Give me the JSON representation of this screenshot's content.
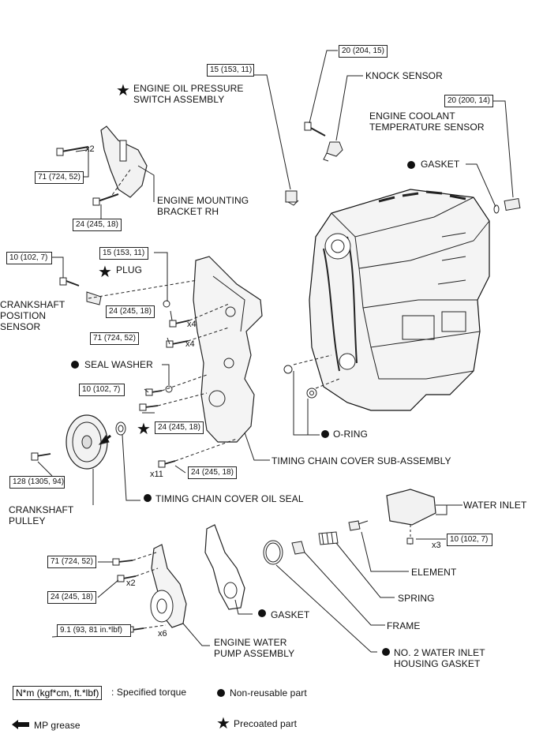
{
  "torque": {
    "t_oil_switch": "15 (153, 11)",
    "t_knock": "20 (204, 15)",
    "t_coolant": "20 (200, 14)",
    "t_mount_bolt": "71 (724, 52)",
    "t_mount_stud": "24 (245, 18)",
    "t_crank_sensor": "10 (102, 7)",
    "t_plug": "15 (153, 11)",
    "t_cover_24a": "24 (245, 18)",
    "t_cover_71": "71 (724, 52)",
    "t_cover_10": "10 (102, 7)",
    "t_cover_24b": "24 (245, 18)",
    "t_cover_24c": "24 (245, 18)",
    "t_pulley": "128 (1305, 94)",
    "t_water_inlet": "10 (102, 7)",
    "t_pump_71": "71 (724, 52)",
    "t_pump_24": "24 (245, 18)",
    "t_pump_91": "9.1 (93, 81 in.*lbf)"
  },
  "qty": {
    "q_mount": "x2",
    "q_cover_24a": "x4",
    "q_cover_71": "x4",
    "q_cover_24c": "x11",
    "q_inlet": "x3",
    "q_pump_24": "x2",
    "q_pump_91": "x6"
  },
  "labels": {
    "oil_pressure_switch": "ENGINE OIL PRESSURE\nSWITCH ASSEMBLY",
    "knock_sensor": "KNOCK SENSOR",
    "coolant_sensor": "ENGINE COOLANT\nTEMPERATURE SENSOR",
    "gasket_top": "GASKET",
    "mounting_bracket": "ENGINE MOUNTING\nBRACKET RH",
    "plug": "PLUG",
    "crank_sensor": "CRANKSHAFT\nPOSITION\nSENSOR",
    "seal_washer": "SEAL WASHER",
    "o_ring": "O-RING",
    "timing_cover": "TIMING CHAIN COVER SUB-ASSEMBLY",
    "crank_pulley": "CRANKSHAFT\nPULLEY",
    "cover_oil_seal": "TIMING CHAIN COVER OIL SEAL",
    "water_inlet": "WATER INLET",
    "element": "ELEMENT",
    "spring": "SPRING",
    "frame": "FRAME",
    "gasket_pump": "GASKET",
    "water_pump": "ENGINE WATER\nPUMP ASSEMBLY",
    "inlet_housing_gasket": "NO. 2 WATER INLET\nHOUSING GASKET"
  },
  "legend": {
    "torque_unit": "N*m (kgf*cm, ft.*lbf)",
    "torque_desc": ": Specified torque",
    "nonreusable": "Non-reusable part",
    "mp_grease": "MP grease",
    "precoated": "Precoated part"
  }
}
